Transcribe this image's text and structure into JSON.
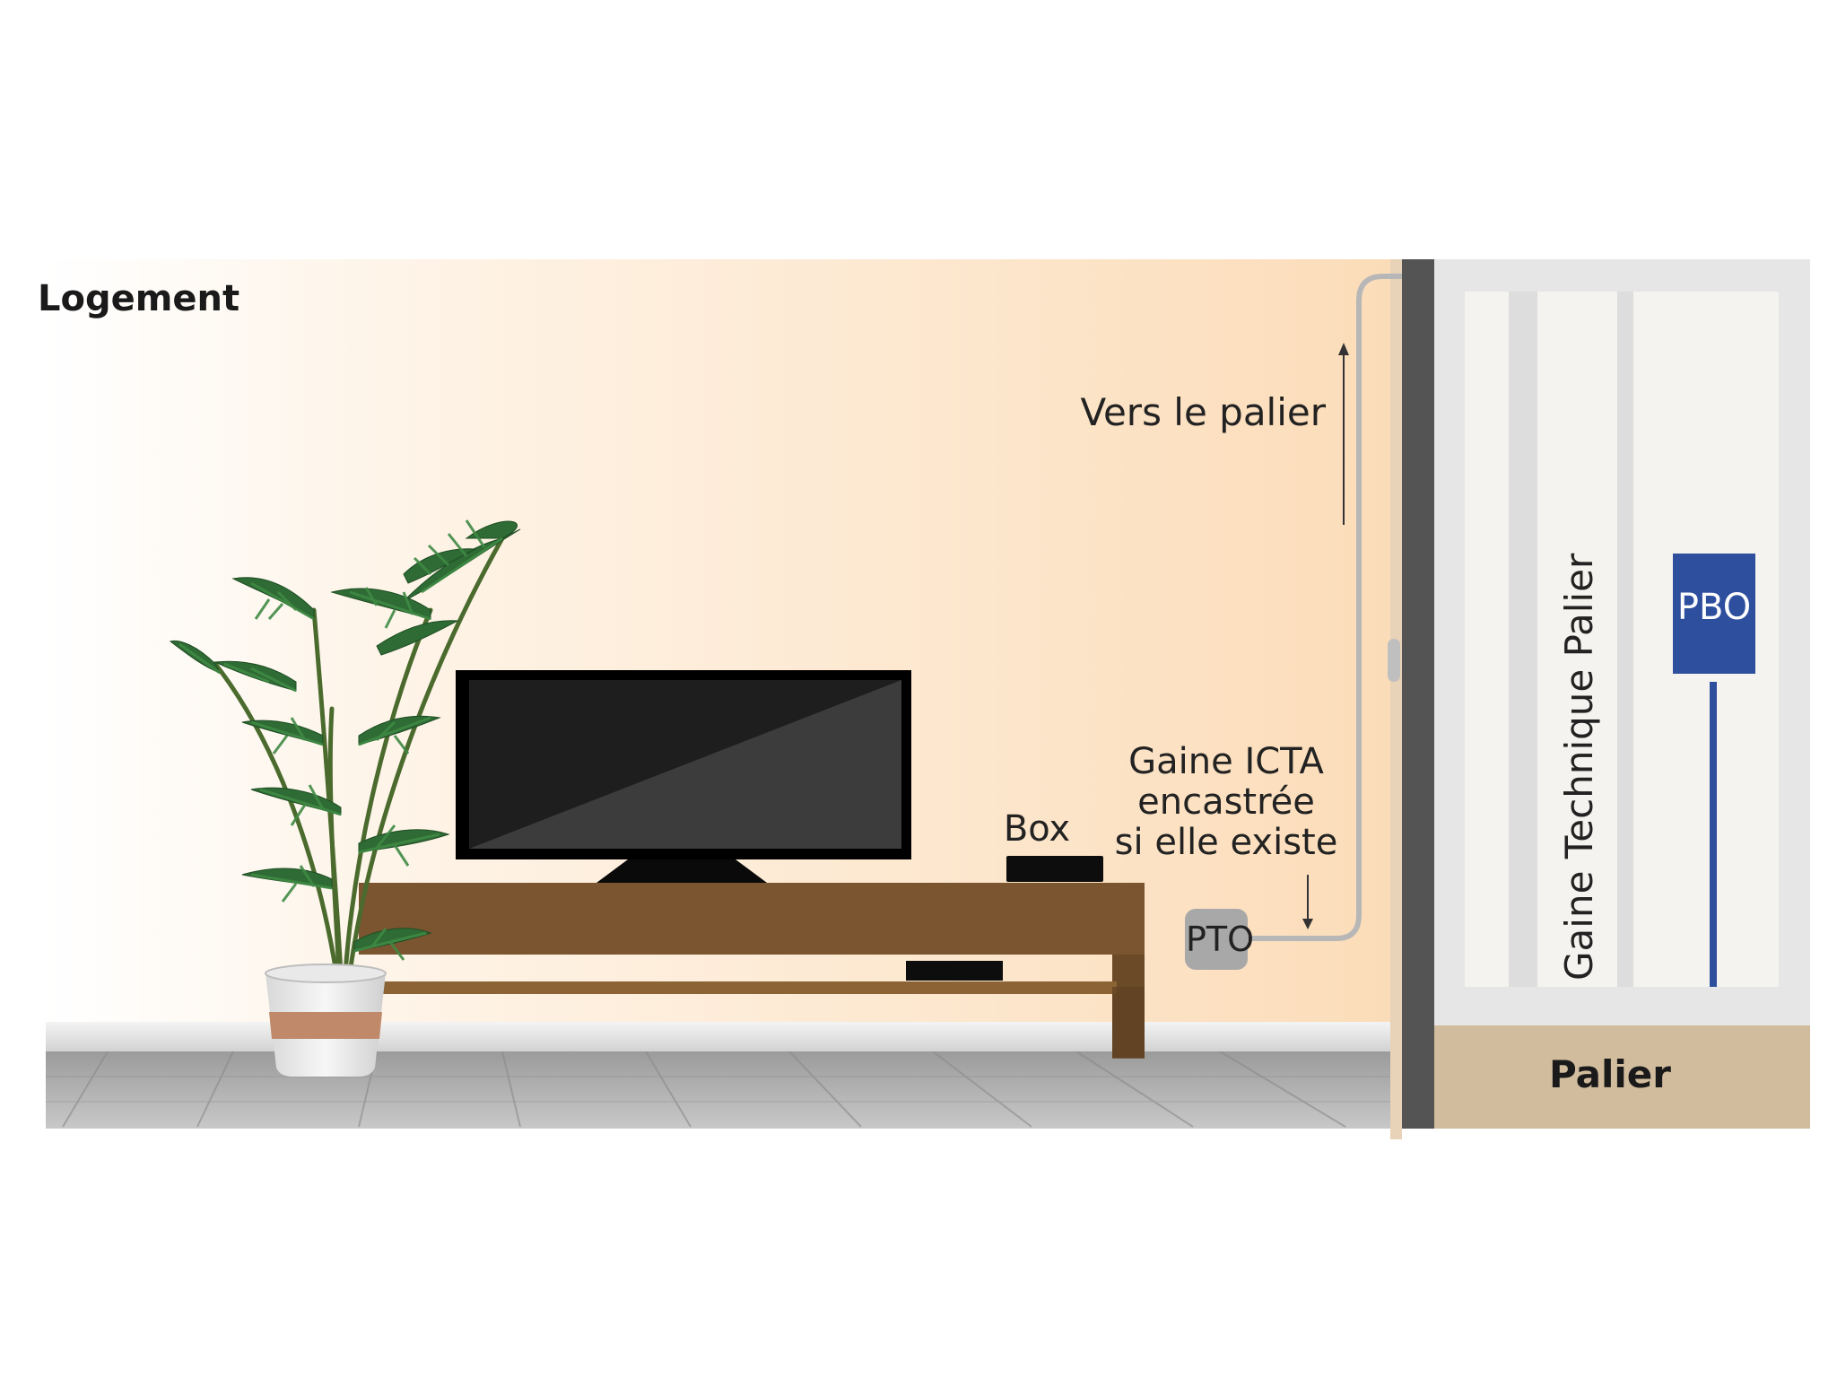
{
  "labels": {
    "logement": "Logement",
    "vers_palier": "Vers le palier",
    "gaine_icta": [
      "Gaine ICTA",
      "encastrée",
      "si elle existe"
    ],
    "box": "Box",
    "pto": "PTO",
    "pbo": "PBO",
    "gaine_technique": "Gaine Technique Palier",
    "palier": "Palier"
  },
  "colors": {
    "wall_warm": "#fbdcb8",
    "floor": "#b3b3b3",
    "furniture": "#7a5530",
    "tv": "#1f1f1f",
    "cable": "#b7b7b7",
    "separator_wall": "#545454",
    "pbo": "#2e4f9e",
    "palier_floor": "#d1bc9d",
    "plant_leaf": "#2f6b34"
  },
  "icons": {
    "plant": "potted-palm-icon",
    "tv": "television-icon",
    "box": "internet-box-icon",
    "decoder": "decoder-icon",
    "pto": "optical-outlet-icon",
    "pbo": "optical-junction-box-icon"
  }
}
